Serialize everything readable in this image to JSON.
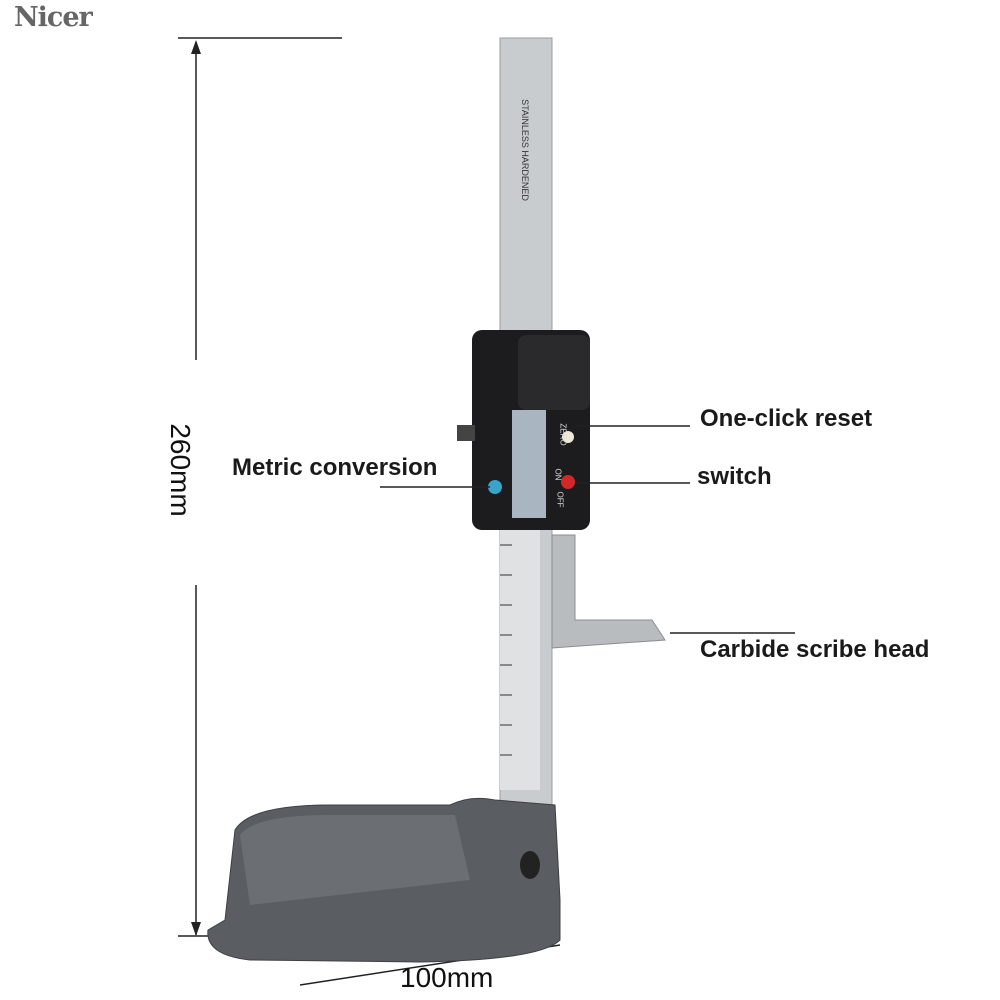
{
  "brand": "Nicer",
  "dimensions": {
    "height": "260mm",
    "width": "100mm"
  },
  "callouts": {
    "reset": "One-click reset",
    "switch": "switch",
    "metric": "Metric conversion",
    "scribe": "Carbide scribe head"
  },
  "product_markings": {
    "beam": "STAINLESS HARDENED",
    "zero_button": "ZERO",
    "on": "ON",
    "off": "OFF"
  },
  "colors": {
    "body": "#1c1c1e",
    "base": "#5a5d62",
    "steel": "#c9cccf",
    "power_button": "#d2282a",
    "unit_button": "#3aa3c8"
  }
}
